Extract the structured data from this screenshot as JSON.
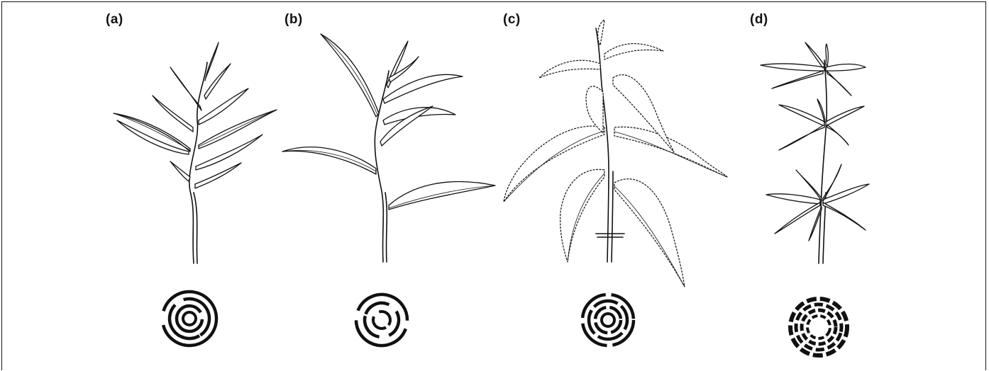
{
  "figure": {
    "panels": [
      {
        "label": "(a)",
        "plant": "alternate-leaf-plant",
        "phyllotaxis": "spiral-alternate"
      },
      {
        "label": "(b)",
        "plant": "broad-alternate-leaf-plant",
        "phyllotaxis": "distichous-spiral"
      },
      {
        "label": "(c)",
        "plant": "nettle-opposite-leaf-plant",
        "phyllotaxis": "opposite-decussate"
      },
      {
        "label": "(d)",
        "plant": "whorled-leaf-plant",
        "phyllotaxis": "whorled"
      }
    ],
    "colors": {
      "ink": "#111111",
      "background": "#ffffff"
    }
  }
}
